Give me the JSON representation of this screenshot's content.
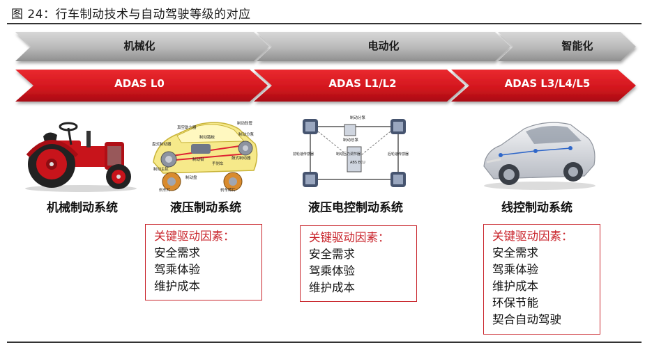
{
  "figure_title": "图 24：行车制动技术与自动驾驶等级的对应",
  "stages": [
    {
      "label": "机械化"
    },
    {
      "label": "电动化"
    },
    {
      "label": "智能化"
    }
  ],
  "adas_levels": [
    {
      "label": "ADAS L0"
    },
    {
      "label": "ADAS L1/L2"
    },
    {
      "label": "ADAS L3/L4/L5"
    }
  ],
  "systems": [
    {
      "label": "机械制动系统",
      "image": "tractor-icon"
    },
    {
      "label": "液压制动系统",
      "image": "hydraulic-brake-car-diagram-icon"
    },
    {
      "label": "液压电控制动系统",
      "image": "electro-hydraulic-brake-diagram-icon"
    },
    {
      "label": "线控制动系统",
      "image": "brake-by-wire-car-icon"
    }
  ],
  "diagram_labels": {
    "hydraulic": [
      "真空助力器",
      "制动踏板",
      "盘式制动器",
      "制动软管",
      "鼓式制动器",
      "制动主缸",
      "手刹车",
      "制动钳",
      "制动分泵",
      "刹车片",
      "制动盘",
      "刹车蹄片"
    ],
    "electro": [
      "制动分泵",
      "制动总泵",
      "制动压力调节器",
      "ABS ECU",
      "前轮速传感器",
      "后轮速传感器"
    ]
  },
  "factor_boxes": [
    {
      "title": "关键驱动因素：",
      "items": [
        "安全需求",
        "驾乘体验",
        "维护成本"
      ]
    },
    {
      "title": "关键驱动因素：",
      "items": [
        "安全需求",
        "驾乘体验",
        "维护成本"
      ]
    },
    {
      "title": "关键驱动因素：",
      "items": [
        "安全需求",
        "驾乘体验",
        "维护成本",
        "环保节能",
        "契合自动驾驶"
      ]
    }
  ],
  "colors": {
    "gray_band": "#b9b9b9",
    "red_band": "#d4171f",
    "box_border": "#c9252c",
    "factor_title": "#c9252c"
  }
}
